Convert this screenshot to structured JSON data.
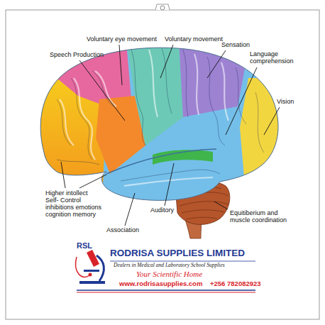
{
  "diagram": {
    "labels": [
      "Voluntary eye movement",
      "Voluntary movement",
      "Sensation",
      "Speech Production",
      "Language comprehension",
      "Vision",
      "Higher intollect Self- Control inhibitions emotions cognition memory",
      "Association",
      "Auditory",
      "Equitiberium and muscle coordination",
      "RSL",
      "RODRISA SUPPLIES LIMITED",
      "Dealers in Medical and Laboratory School Supplies",
      "Your Scientific Home",
      "www.rodrisasupplies.com",
      "+256 782082923"
    ]
  }
}
